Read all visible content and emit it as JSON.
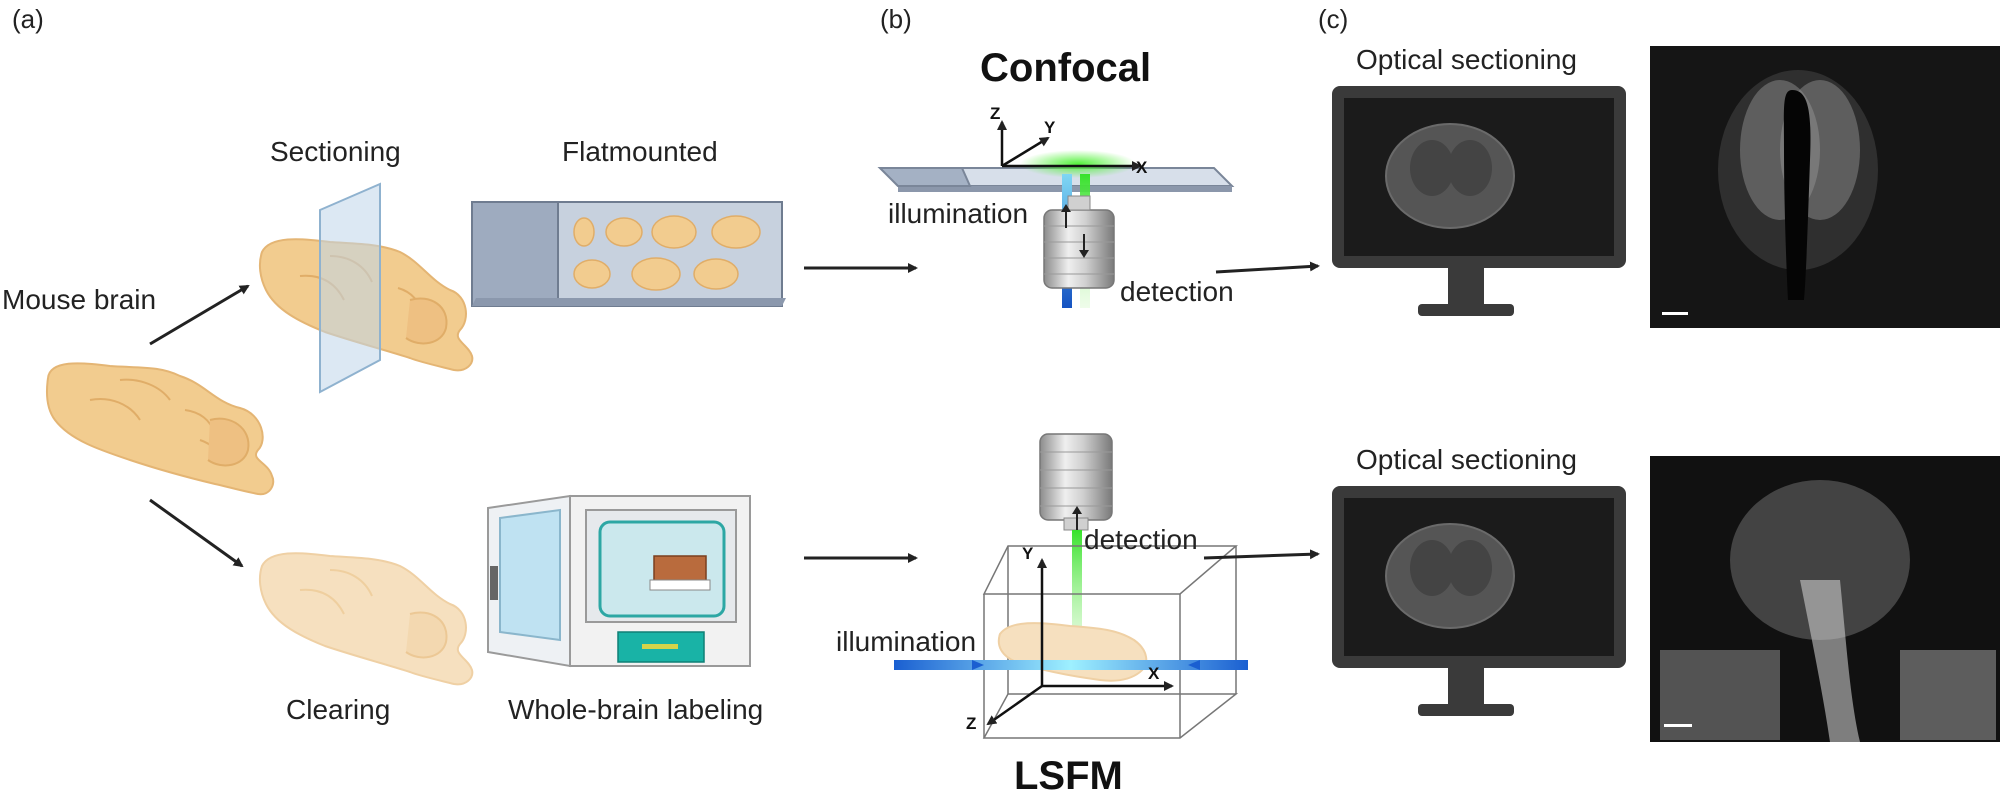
{
  "panels": {
    "a": "(a)",
    "b": "(b)",
    "c": "(c)"
  },
  "labels": {
    "mouse_brain": "Mouse brain",
    "sectioning": "Sectioning",
    "flatmounted": "Flatmounted",
    "clearing": "Clearing",
    "whole_brain_labeling": "Whole-brain labeling",
    "confocal": "Confocal",
    "lsfm": "LSFM",
    "illumination_top": "illumination",
    "detection_top": "detection",
    "illumination_bottom": "illumination",
    "detection_bottom": "detection",
    "optical_sectioning_top": "Optical sectioning",
    "optical_sectioning_bottom": "Optical sectioning"
  },
  "axes": {
    "confocal": {
      "z": "Z",
      "y": "Y",
      "x": "X"
    },
    "lsfm": {
      "z": "Z",
      "y": "Y",
      "x": "X"
    }
  },
  "colors": {
    "brain": "#f2cc8f",
    "brain_clear": "#f6dfbd",
    "slide": "#a9b6c8",
    "laser_blue": "#1565c0",
    "laser_green": "#43d630",
    "monitor": "#3a3a3a",
    "incubator_teal": "#19b3a6"
  }
}
